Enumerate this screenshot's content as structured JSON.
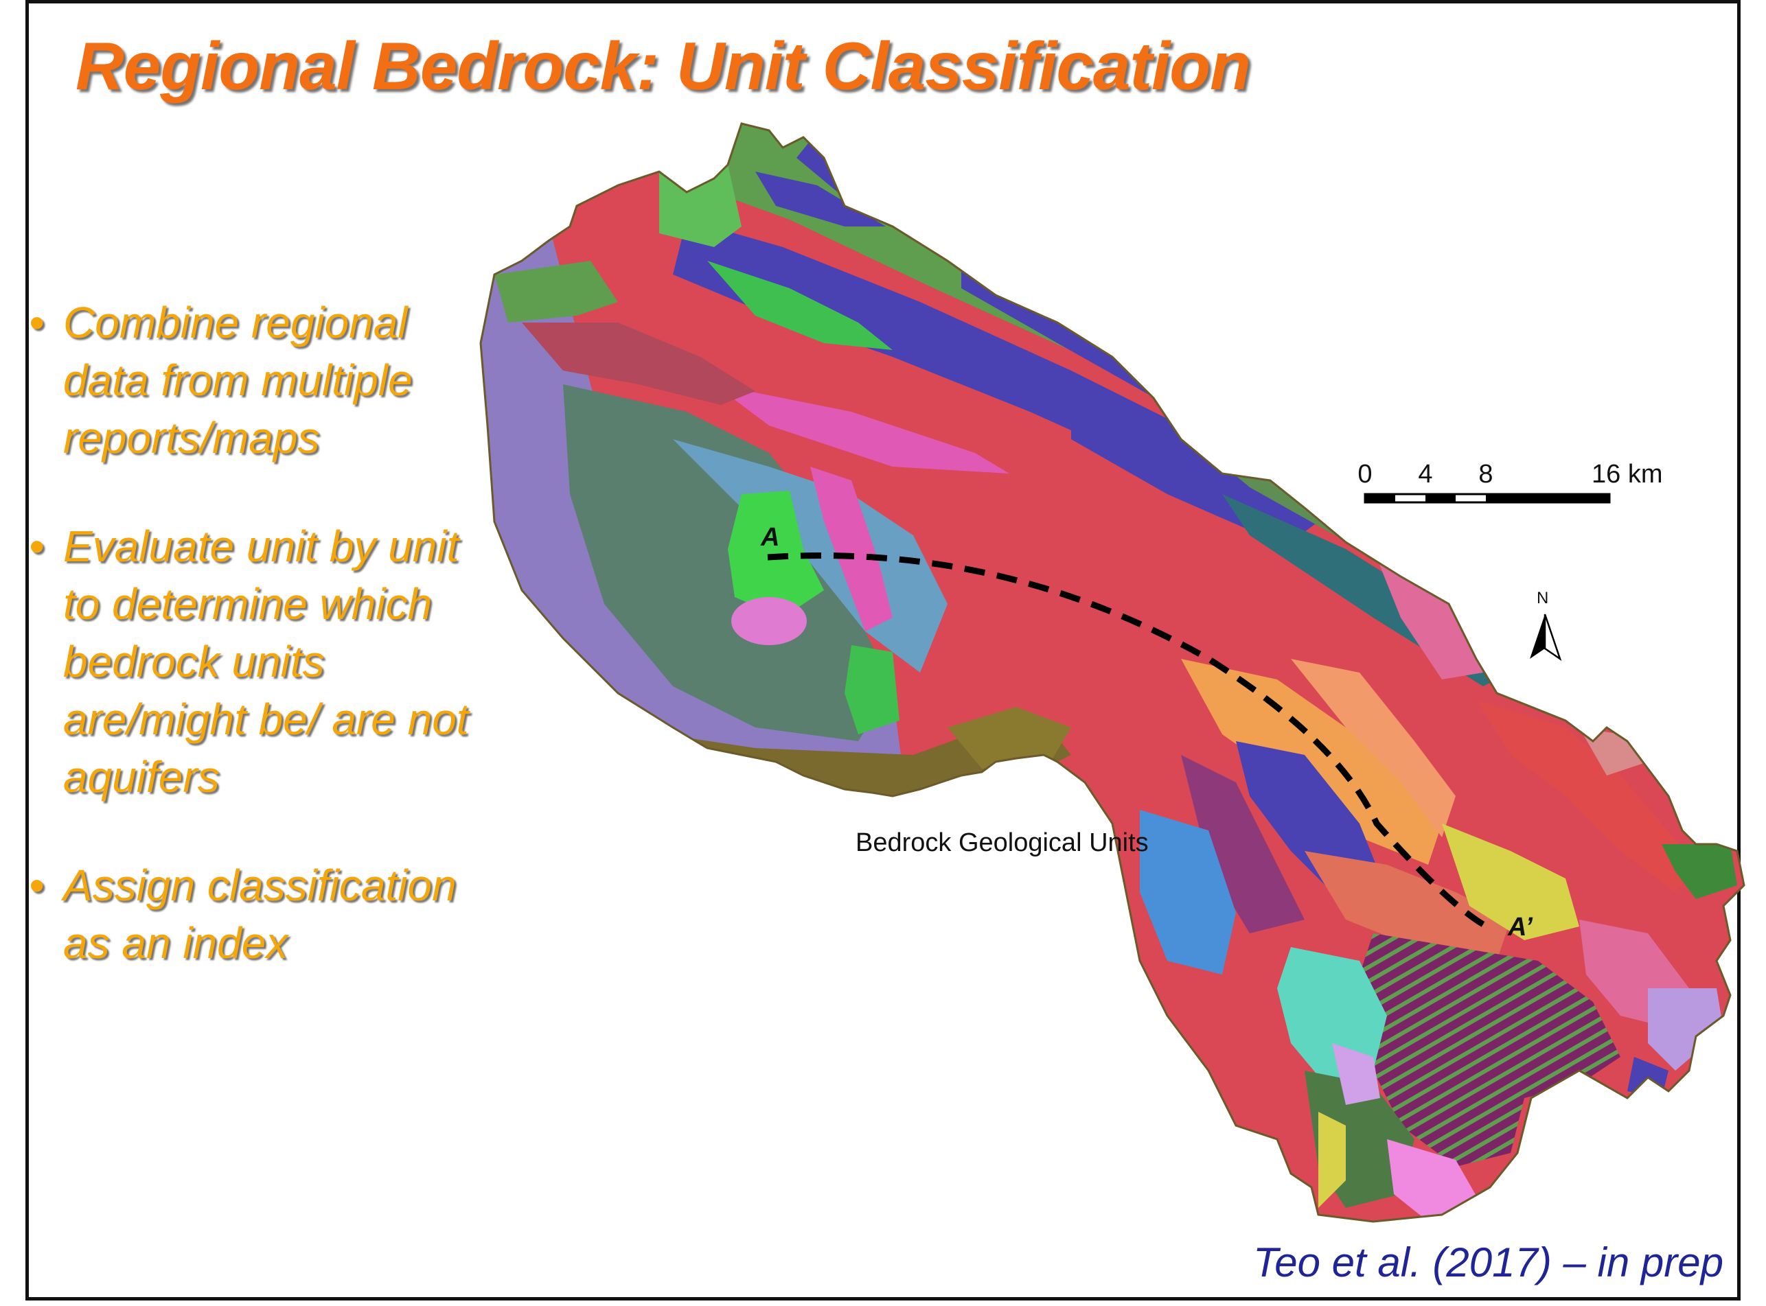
{
  "title": "Regional Bedrock: Unit Classification",
  "bullets": [
    {
      "text": "Combine regional data from multiple reports/maps"
    },
    {
      "text": "Evaluate unit by unit to determine which bedrock units are/might be/ are not aquifers"
    },
    {
      "text": "Assign classification as an index"
    }
  ],
  "bullet_symbol": "•",
  "map": {
    "caption": "Bedrock Geological Units",
    "cross_section": {
      "start_label": "A",
      "end_label": "A’"
    },
    "scale_bar": {
      "ticks": [
        "0",
        "4",
        "8",
        "16 km"
      ]
    },
    "north_arrow": "N"
  },
  "citation": "Teo et al. (2017) – in prep",
  "colors": {
    "title": "#f26f14",
    "bullets": "#f5a60a",
    "citation": "#1f2496",
    "map_units": [
      "#8e7cc3",
      "#5b7f6e",
      "#d94854",
      "#4a41b3",
      "#5f9e4f",
      "#3fbf50",
      "#7a6a2e",
      "#e05ab5",
      "#f29a6a",
      "#7b2466",
      "#5fd6c0",
      "#2e6f7a",
      "#d8d24a",
      "#4a90d9",
      "#e06b9a"
    ]
  }
}
